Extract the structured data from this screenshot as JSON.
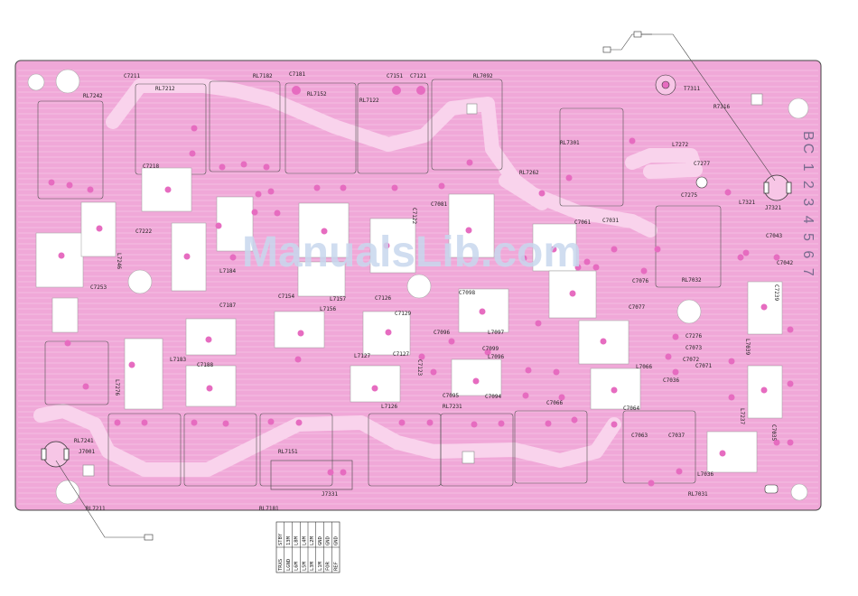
{
  "watermark": "ManualsLib.com",
  "board_id_vertical": "BC 1 2 3 4 5 6 7",
  "colors": {
    "board": "#f0a8d8",
    "trace": "#f9d3ec",
    "pad": "#e66cc0",
    "outline": "#444444",
    "component_fill": "#ffffff"
  },
  "component_labels": [
    "C7211",
    "C7181",
    "C7151",
    "C7121",
    "RL7092",
    "RL7242",
    "RL7212",
    "RL7182",
    "RL7152",
    "RL7122",
    "T7311",
    "R7316",
    "L7272",
    "C7277",
    "C7275",
    "L7321",
    "J7321",
    "RL7301",
    "RL7262",
    "C7218",
    "C7081",
    "C7061",
    "C7031",
    "C7222",
    "L7184",
    "L7157",
    "L7156",
    "C7154",
    "C7126",
    "C7129",
    "C7187",
    "C7188",
    "L7183",
    "L7127",
    "C7127",
    "C7096",
    "C7098",
    "L7097",
    "C7099",
    "L7096",
    "C7095",
    "C7094",
    "L7126",
    "RL7231",
    "C7253",
    "L7246",
    "L7276",
    "C7122",
    "C7123",
    "C7276",
    "RL7032",
    "C7043",
    "C7042",
    "C7076",
    "C7077",
    "L7066",
    "C7072",
    "C7073",
    "C7071",
    "L7039",
    "C7036",
    "L7036",
    "RL7031",
    "RL7241",
    "J7001",
    "RL7151",
    "J7331",
    "RL7181",
    "RL7211",
    "C7037",
    "C7063",
    "C7064",
    "C7066",
    "L7237",
    "C7239",
    "C7035"
  ],
  "connector_table": {
    "rows": [
      [
        "TRXS",
        "STBY"
      ],
      [
        "LGND",
        "13M"
      ],
      [
        "L6M",
        "L8M"
      ],
      [
        "L5M",
        "L4M"
      ],
      [
        "L3M",
        "L2M"
      ],
      [
        "L1M",
        "GND"
      ],
      [
        "FOR",
        "GND"
      ],
      [
        "REF",
        "GND"
      ]
    ]
  }
}
